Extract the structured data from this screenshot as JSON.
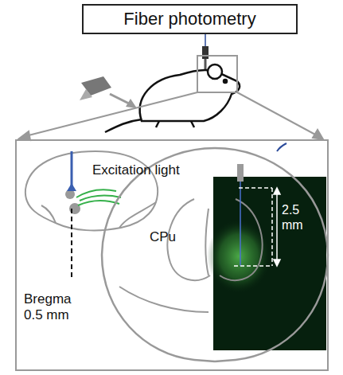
{
  "diagram": {
    "nodes": [
      {
        "text": [
          "Fiber photometry"
        ]
      }
    ],
    "labels": [
      "Excitation light",
      "Bregma 0.5 mm",
      "CPu",
      "2.5 mm"
    ]
  }
}
